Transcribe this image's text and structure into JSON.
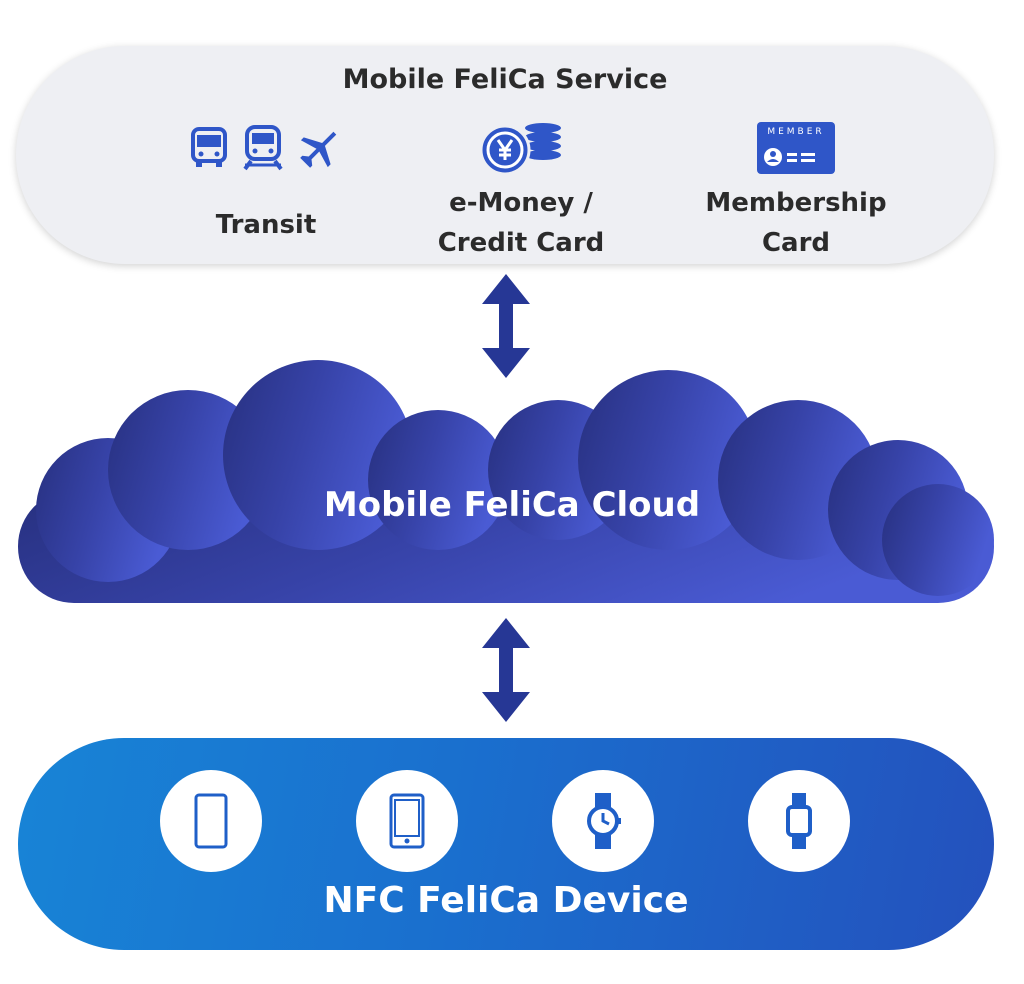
{
  "service": {
    "title": "Mobile FeliCa Service",
    "items": [
      {
        "label": "Transit",
        "icons": [
          "bus-icon",
          "train-icon",
          "airplane-icon"
        ]
      },
      {
        "label_line1": "e-Money /",
        "label_line2": "Credit Card",
        "icons": [
          "yen-coin-stack-icon"
        ]
      },
      {
        "label_line1": "Membership",
        "label_line2": "Card",
        "icons": [
          "membership-card-icon"
        ],
        "card_text": "MEMBER"
      }
    ]
  },
  "cloud": {
    "title": "Mobile FeliCa Cloud"
  },
  "device": {
    "title": "NFC FeliCa Device",
    "icons": [
      "smartphone-icon",
      "tablet-icon",
      "smartwatch-icon",
      "fitness-band-icon"
    ]
  },
  "colors": {
    "icon_blue": "#2f56c8",
    "arrow": "#263795",
    "cloud_start": "#27307f",
    "cloud_end": "#4a5bd4",
    "device_start": "#1884d6",
    "device_end": "#2451bd"
  }
}
